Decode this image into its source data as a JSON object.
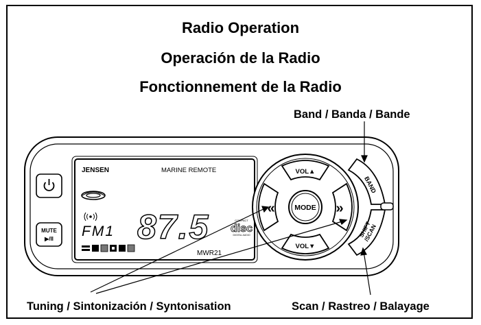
{
  "titles": {
    "line1": "Radio Operation",
    "line2": "Operación de la Radio",
    "line3": "Fonctionnement de la Radio"
  },
  "callouts": {
    "band": "Band / Banda / Bande",
    "tuning": "Tuning / Sintonización / Syntonisation",
    "scan": "Scan / Rastreo / Balayage"
  },
  "remote": {
    "brand": "JENSEN",
    "model_label": "MARINE REMOTE",
    "model_number": "MWR21",
    "band_indicator": "FM1",
    "frequency": "87.5",
    "power_icon": "power-icon",
    "mute_label_1": "MUTE",
    "mute_label_2": "▶/II",
    "compact_disc_logo": "disc",
    "compact_disc_top": "COMPACT",
    "compact_disc_bottom": "DIGITAL AUDIO",
    "vol_up": "VOL▲",
    "vol_down": "VOL▼",
    "mode": "MODE",
    "seek_left": "«",
    "seek_right": "»",
    "band_key": "BAND",
    "shift_scan_1": "SHIFT",
    "shift_scan_2": "/SCAN"
  },
  "colors": {
    "outline": "#000000",
    "button_fill": "#ffffff",
    "lcd_fill": "#ffffff"
  }
}
